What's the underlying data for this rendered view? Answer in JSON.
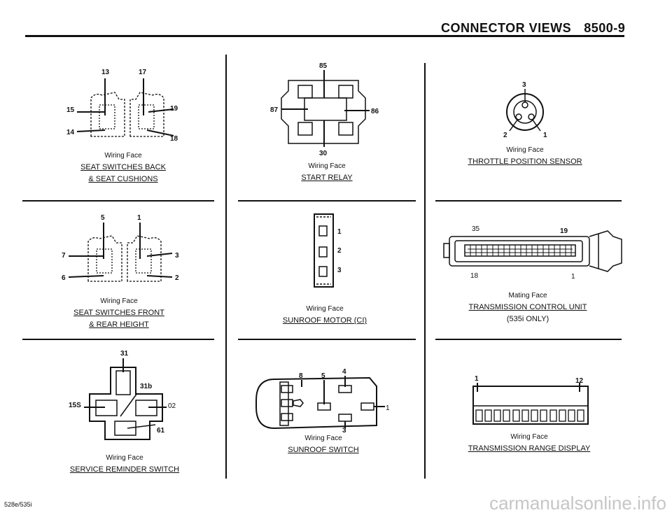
{
  "header": {
    "section_title": "CONNECTOR VIEWS",
    "page_number": "8500-9"
  },
  "panels": {
    "seat_switches_back": {
      "pins": [
        "13",
        "17",
        "15",
        "19",
        "14",
        "18"
      ],
      "face_label": "Wiring Face",
      "title_line1": "SEAT SWITCHES BACK",
      "title_line2": "& SEAT CUSHIONS"
    },
    "start_relay": {
      "pins": [
        "85",
        "87",
        "86",
        "30"
      ],
      "face_label": "Wiring Face",
      "title": "START RELAY"
    },
    "throttle_position_sensor": {
      "pins": [
        "3",
        "2",
        "1"
      ],
      "face_label": "Wiring Face",
      "title": "THROTTLE POSITION SENSOR"
    },
    "seat_switches_front": {
      "pins": [
        "5",
        "1",
        "7",
        "3",
        "6",
        "2"
      ],
      "face_label": "Wiring Face",
      "title_line1": "SEAT SWITCHES FRONT",
      "title_line2": "& REAR HEIGHT"
    },
    "sunroof_motor": {
      "pins": [
        "1",
        "2",
        "3"
      ],
      "face_label": "Wiring Face",
      "title": "SUNROOF MOTOR (CI)"
    },
    "transmission_control_unit": {
      "pins": [
        "35",
        "19",
        "18",
        "1"
      ],
      "face_label": "Mating Face",
      "title": "TRANSMISSION CONTROL UNIT",
      "note": "(535i ONLY)"
    },
    "service_reminder_switch": {
      "pins": [
        "31",
        "31b",
        "15S",
        "02",
        "61"
      ],
      "face_label": "Wiring Face",
      "title": "SERVICE REMINDER SWITCH"
    },
    "sunroof_switch": {
      "pins": [
        "8",
        "5",
        "4",
        "1",
        "3"
      ],
      "face_label": "Wiring Face",
      "title": "SUNROOF SWITCH"
    },
    "transmission_range_display": {
      "pins": [
        "1",
        "12"
      ],
      "face_label": "Wiring Face",
      "title": "TRANSMISSION RANGE DISPLAY"
    }
  },
  "footer": {
    "model": "528e/535i",
    "watermark": "carmanualsonline.info"
  }
}
